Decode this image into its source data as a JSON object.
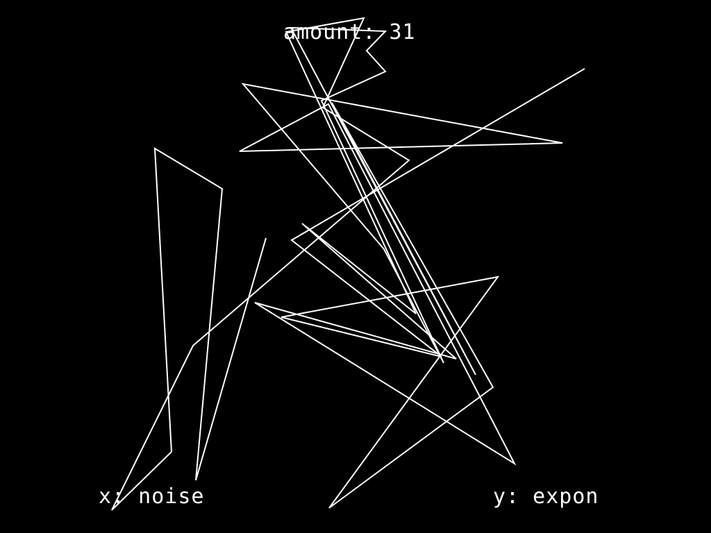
{
  "hud": {
    "amount_label": "amount: 31",
    "x_label": "x: noise",
    "y_label": "y: expon"
  },
  "colors": {
    "background": "#000000",
    "stroke": "#ffffff"
  }
}
